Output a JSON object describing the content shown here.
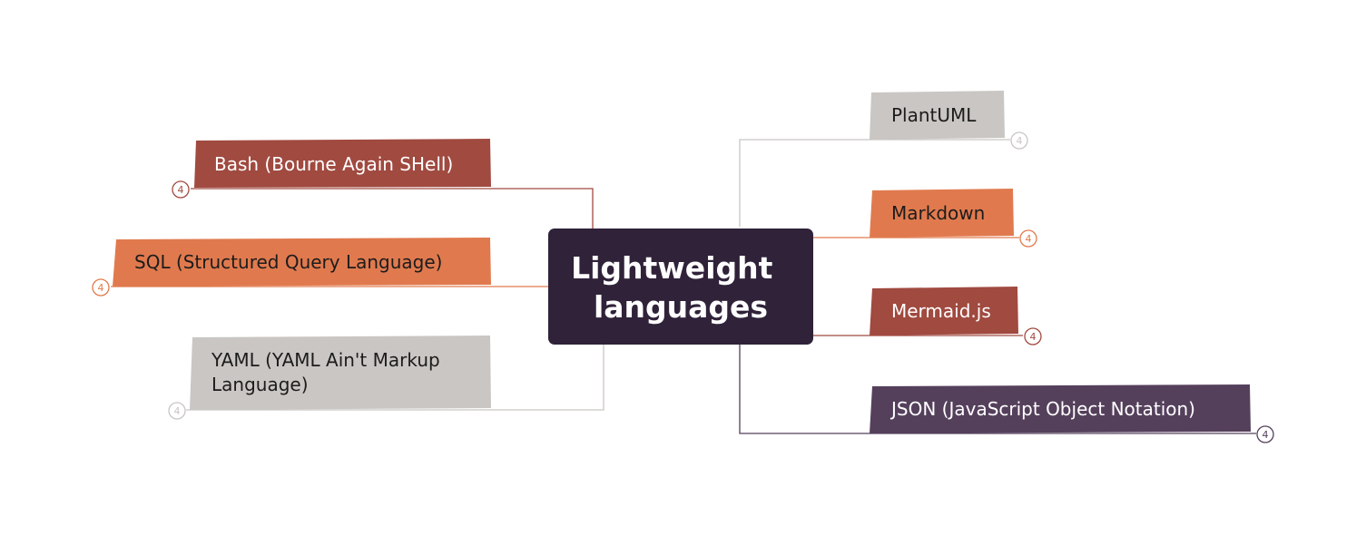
{
  "central": {
    "lines": [
      "Lightweight",
      "languages"
    ],
    "fill": "#2f2239",
    "text_color": "#ffffff"
  },
  "branches": [
    {
      "id": "bash",
      "side": "left",
      "lines": [
        "Bash (Bourne Again SHell)"
      ],
      "fill": "#a04a40",
      "text_color": "#ffffff",
      "line_color": "#a04a40",
      "badge": "4"
    },
    {
      "id": "sql",
      "side": "left",
      "lines": [
        "SQL (Structured Query Language)"
      ],
      "fill": "#e07a4e",
      "text_color": "#1c1c1c",
      "line_color": "#e07a4e",
      "badge": "4"
    },
    {
      "id": "yaml",
      "side": "left",
      "lines": [
        "YAML (YAML Ain't Markup",
        "Language)"
      ],
      "fill": "#c9c6c3",
      "text_color": "#1c1c1c",
      "line_color": "#c9c6c3",
      "badge": "4"
    },
    {
      "id": "plantuml",
      "side": "right",
      "lines": [
        "PlantUML"
      ],
      "fill": "#c9c6c3",
      "text_color": "#1c1c1c",
      "line_color": "#c9c6c3",
      "badge": "4"
    },
    {
      "id": "markdown",
      "side": "right",
      "lines": [
        "Markdown"
      ],
      "fill": "#e07a4e",
      "text_color": "#1c1c1c",
      "line_color": "#e07a4e",
      "badge": "4"
    },
    {
      "id": "mermaid",
      "side": "right",
      "lines": [
        "Mermaid.js"
      ],
      "fill": "#a04a40",
      "text_color": "#ffffff",
      "line_color": "#a04a40",
      "badge": "4"
    },
    {
      "id": "json",
      "side": "right",
      "lines": [
        "JSON (JavaScript Object Notation)"
      ],
      "fill": "#55405c",
      "text_color": "#ffffff",
      "line_color": "#55405c",
      "badge": "4"
    }
  ]
}
